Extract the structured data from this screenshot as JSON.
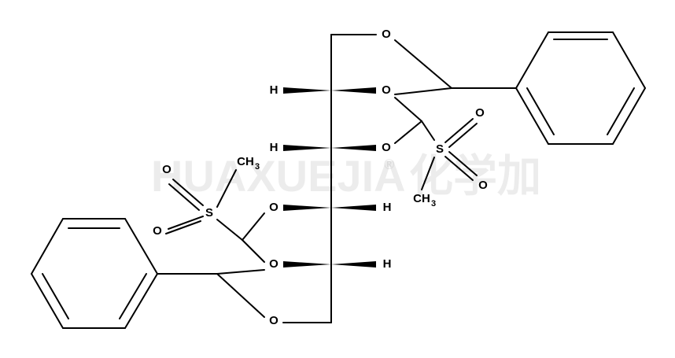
{
  "molecule": {
    "atoms": {
      "O": "O",
      "H": "H",
      "S": "S",
      "CH": "CH",
      "sub3": "3"
    }
  },
  "watermark": {
    "text": "HUAXUEJIA",
    "registered": "®",
    "cn": "化学加"
  }
}
